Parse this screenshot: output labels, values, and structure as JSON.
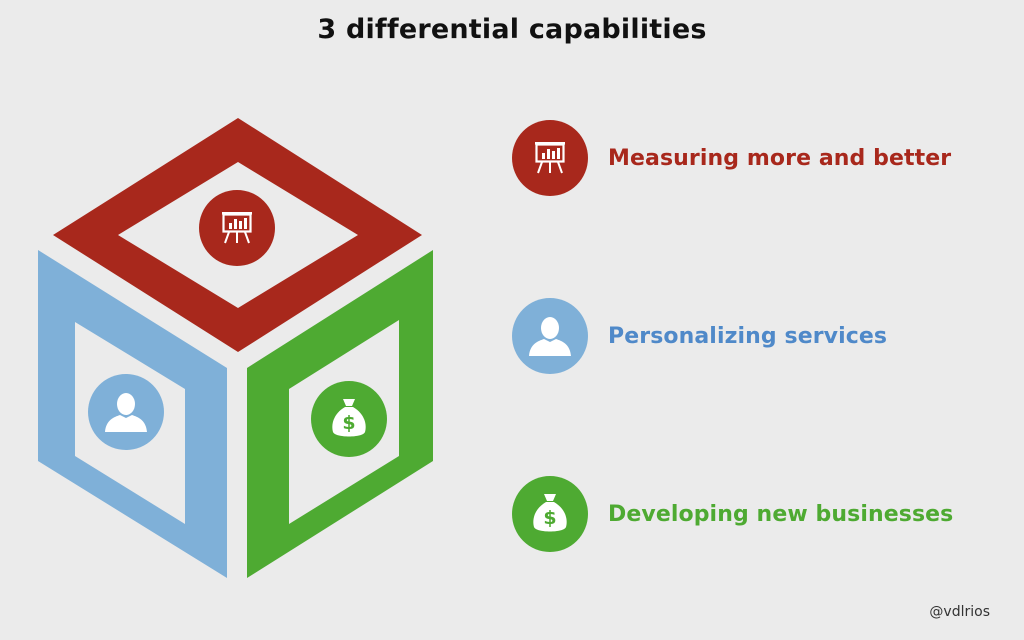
{
  "title": "3 differential capabilities",
  "colors": {
    "background": "#ebebeb",
    "red": "#a8281c",
    "blue": "#7fb0d8",
    "green": "#4eaa32",
    "label_blue": "#4f89c9"
  },
  "cube": {
    "top_face": {
      "color": "red",
      "icon": "chart-presentation-icon"
    },
    "left_face": {
      "color": "blue",
      "icon": "user-icon"
    },
    "right_face": {
      "color": "green",
      "icon": "money-bag-icon"
    }
  },
  "capabilities": [
    {
      "label": "Measuring more and better",
      "icon": "chart-presentation-icon",
      "color": "#a8281c",
      "text_color": "#a8281c"
    },
    {
      "label": "Personalizing services",
      "icon": "user-icon",
      "color": "#7fb0d8",
      "text_color": "#4f89c9"
    },
    {
      "label": "Developing new businesses",
      "icon": "money-bag-icon",
      "color": "#4eaa32",
      "text_color": "#4eaa32"
    }
  ],
  "handle": "@vdlrios"
}
